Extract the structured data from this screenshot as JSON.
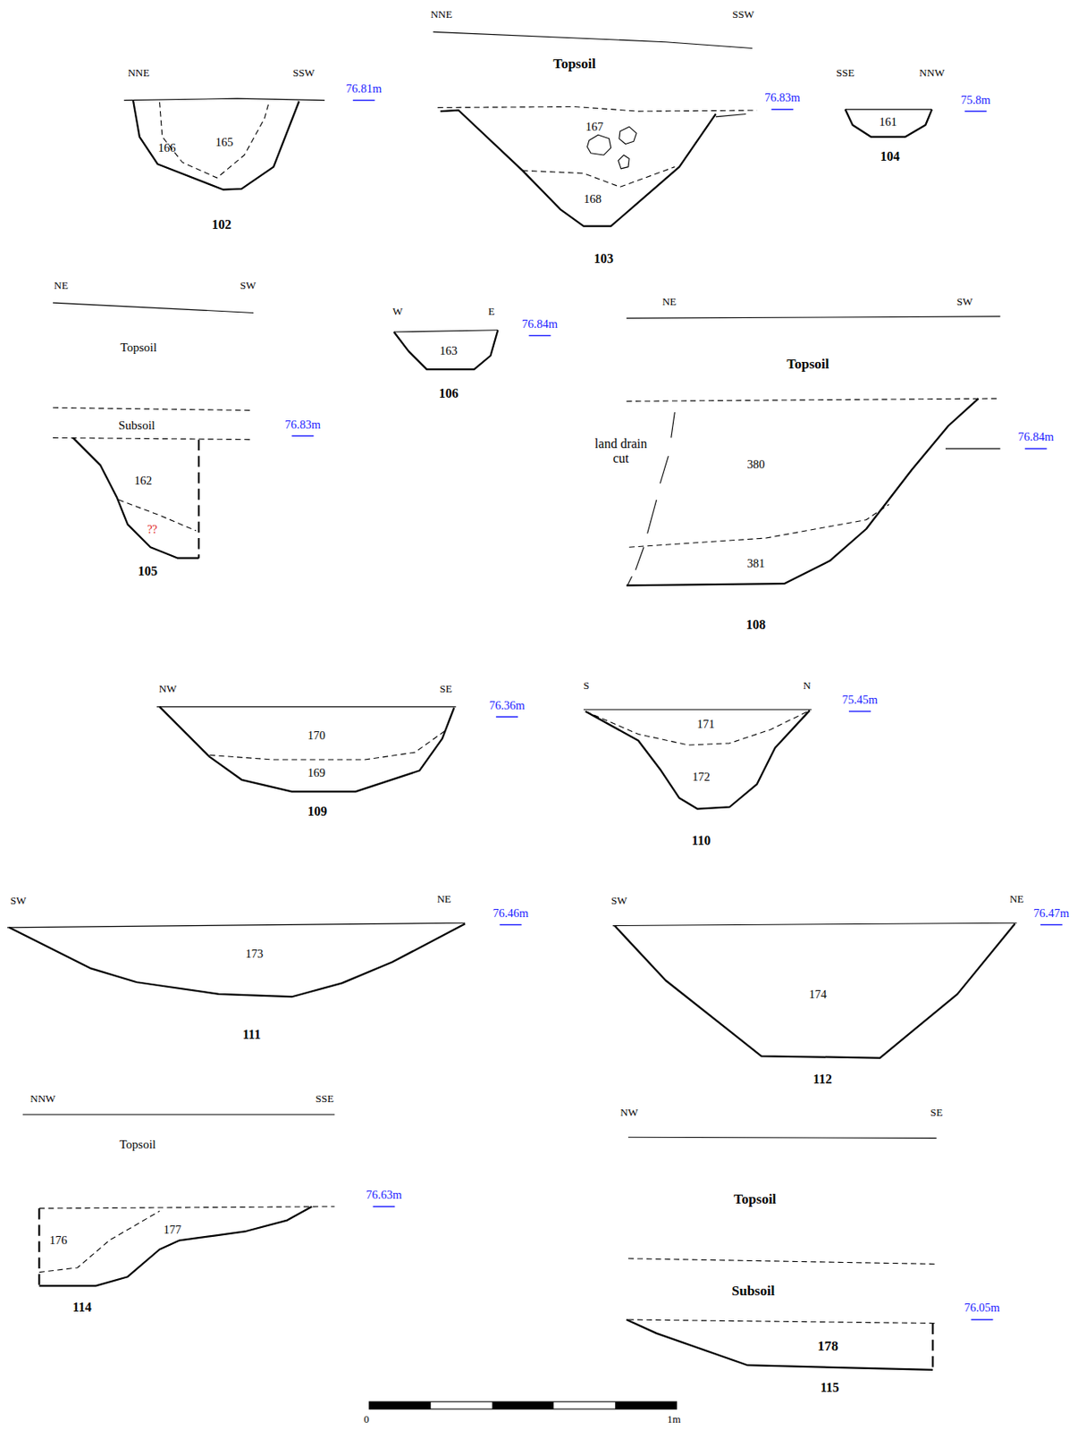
{
  "diagram": {
    "labels": [
      "NNE",
      "SSW",
      "76.81m",
      "166",
      "165",
      "102",
      "NNE",
      "SSW",
      "Topsoil",
      "76.83m",
      "167",
      "168",
      "103",
      "SSE",
      "NNW",
      "75.8m",
      "161",
      "104",
      "NE",
      "SW",
      "Topsoil",
      "Subsoil",
      "76.83m",
      "162",
      "??",
      "105",
      "W",
      "E",
      "76.84m",
      "163",
      "106",
      "NE",
      "SW",
      "Topsoil",
      "land drain cut",
      "76.84m",
      "380",
      "381",
      "108",
      "NW",
      "SE",
      "76.36m",
      "170",
      "169",
      "109",
      "S",
      "N",
      "75.45m",
      "171",
      "172",
      "110",
      "SW",
      "NE",
      "76.46m",
      "173",
      "111",
      "SW",
      "NE",
      "76.47m",
      "174",
      "112",
      "NNW",
      "SSE",
      "Topsoil",
      "76.63m",
      "176",
      "177",
      "114",
      "NW",
      "SE",
      "Topsoil",
      "Subsoil",
      "76.05m",
      "178",
      "115",
      "0",
      "1m"
    ]
  }
}
